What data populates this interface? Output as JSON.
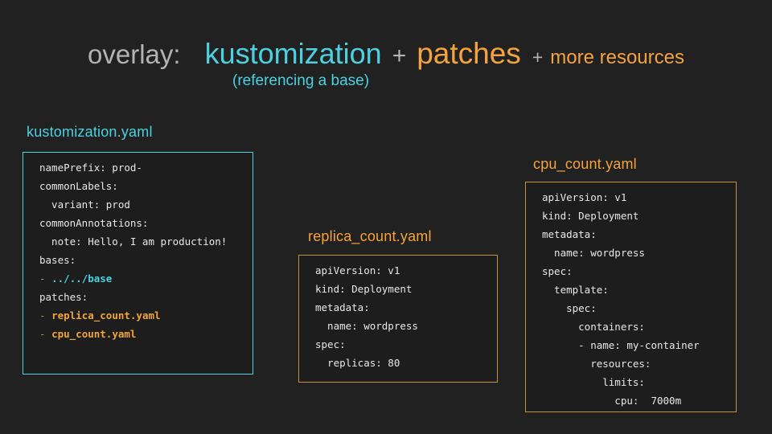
{
  "title": {
    "overlay": "overlay:",
    "kustomization": "kustomization",
    "plus": "+",
    "patches": "patches",
    "more_resources": "more resources",
    "subtitle": "(referencing a base)"
  },
  "colors": {
    "background": "#212121",
    "cyan_accent": "#4dd0e1",
    "orange_accent": "#f5a33c",
    "orange_border": "#c9913d",
    "gray_text": "#b3b3b3",
    "code_text": "#e8e8e8"
  },
  "boxes": [
    {
      "label": "kustomization.yaml",
      "accent": "cyan",
      "lines": [
        [
          {
            "t": "namePrefix: prod-"
          }
        ],
        [
          {
            "t": "commonLabels:"
          }
        ],
        [
          {
            "t": "  variant: prod"
          }
        ],
        [
          {
            "t": "commonAnnotations:"
          }
        ],
        [
          {
            "t": "  note: Hello, I am production!"
          }
        ],
        [
          {
            "t": "bases:"
          }
        ],
        [
          {
            "t": "- ",
            "c": "graydash"
          },
          {
            "t": "../../base",
            "c": "cyan"
          }
        ],
        [
          {
            "t": "patches:"
          }
        ],
        [
          {
            "t": "- ",
            "c": "dimdash"
          },
          {
            "t": "replica_count.yaml",
            "c": "orange"
          }
        ],
        [
          {
            "t": "- ",
            "c": "dimdash"
          },
          {
            "t": "cpu_count.yaml",
            "c": "orange"
          }
        ]
      ]
    },
    {
      "label": "replica_count.yaml",
      "accent": "orange",
      "lines": [
        [
          {
            "t": "apiVersion: v1"
          }
        ],
        [
          {
            "t": "kind: Deployment"
          }
        ],
        [
          {
            "t": "metadata:"
          }
        ],
        [
          {
            "t": "  name: wordpress"
          }
        ],
        [
          {
            "t": "spec:"
          }
        ],
        [
          {
            "t": "  replicas: 80"
          }
        ]
      ]
    },
    {
      "label": "cpu_count.yaml",
      "accent": "orange",
      "lines": [
        [
          {
            "t": "apiVersion: v1"
          }
        ],
        [
          {
            "t": "kind: Deployment"
          }
        ],
        [
          {
            "t": "metadata:"
          }
        ],
        [
          {
            "t": "  name: wordpress"
          }
        ],
        [
          {
            "t": "spec:"
          }
        ],
        [
          {
            "t": "  template:"
          }
        ],
        [
          {
            "t": "    spec:"
          }
        ],
        [
          {
            "t": "      containers:"
          }
        ],
        [
          {
            "t": "      - name: my-container"
          }
        ],
        [
          {
            "t": "        resources:"
          }
        ],
        [
          {
            "t": "          limits:"
          }
        ],
        [
          {
            "t": "            cpu:  7000m"
          }
        ]
      ]
    }
  ]
}
